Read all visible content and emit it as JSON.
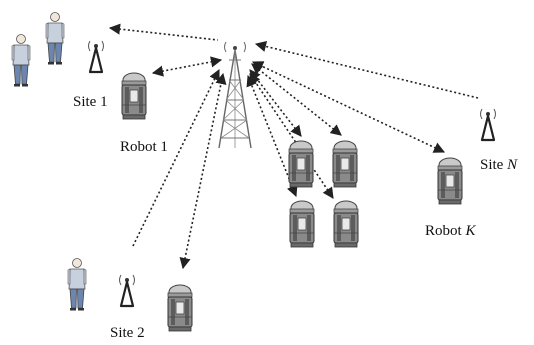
{
  "labels": {
    "site1": "Site 1",
    "robot1": "Robot 1",
    "site2": "Site 2",
    "siteN_prefix": "Site ",
    "siteN_var": "N",
    "robotK_prefix": "Robot ",
    "robotK_var": "K"
  },
  "icons": {
    "tower": "radio-tower",
    "robot": "robot",
    "person": "person",
    "antenna": "wireless-antenna"
  },
  "colors": {
    "line": "#222222",
    "robot_body": "#8a8a8a",
    "robot_dome": "#c9c9c9",
    "person_shirt": "#c7d0dd",
    "person_pants": "#6b86b0"
  }
}
